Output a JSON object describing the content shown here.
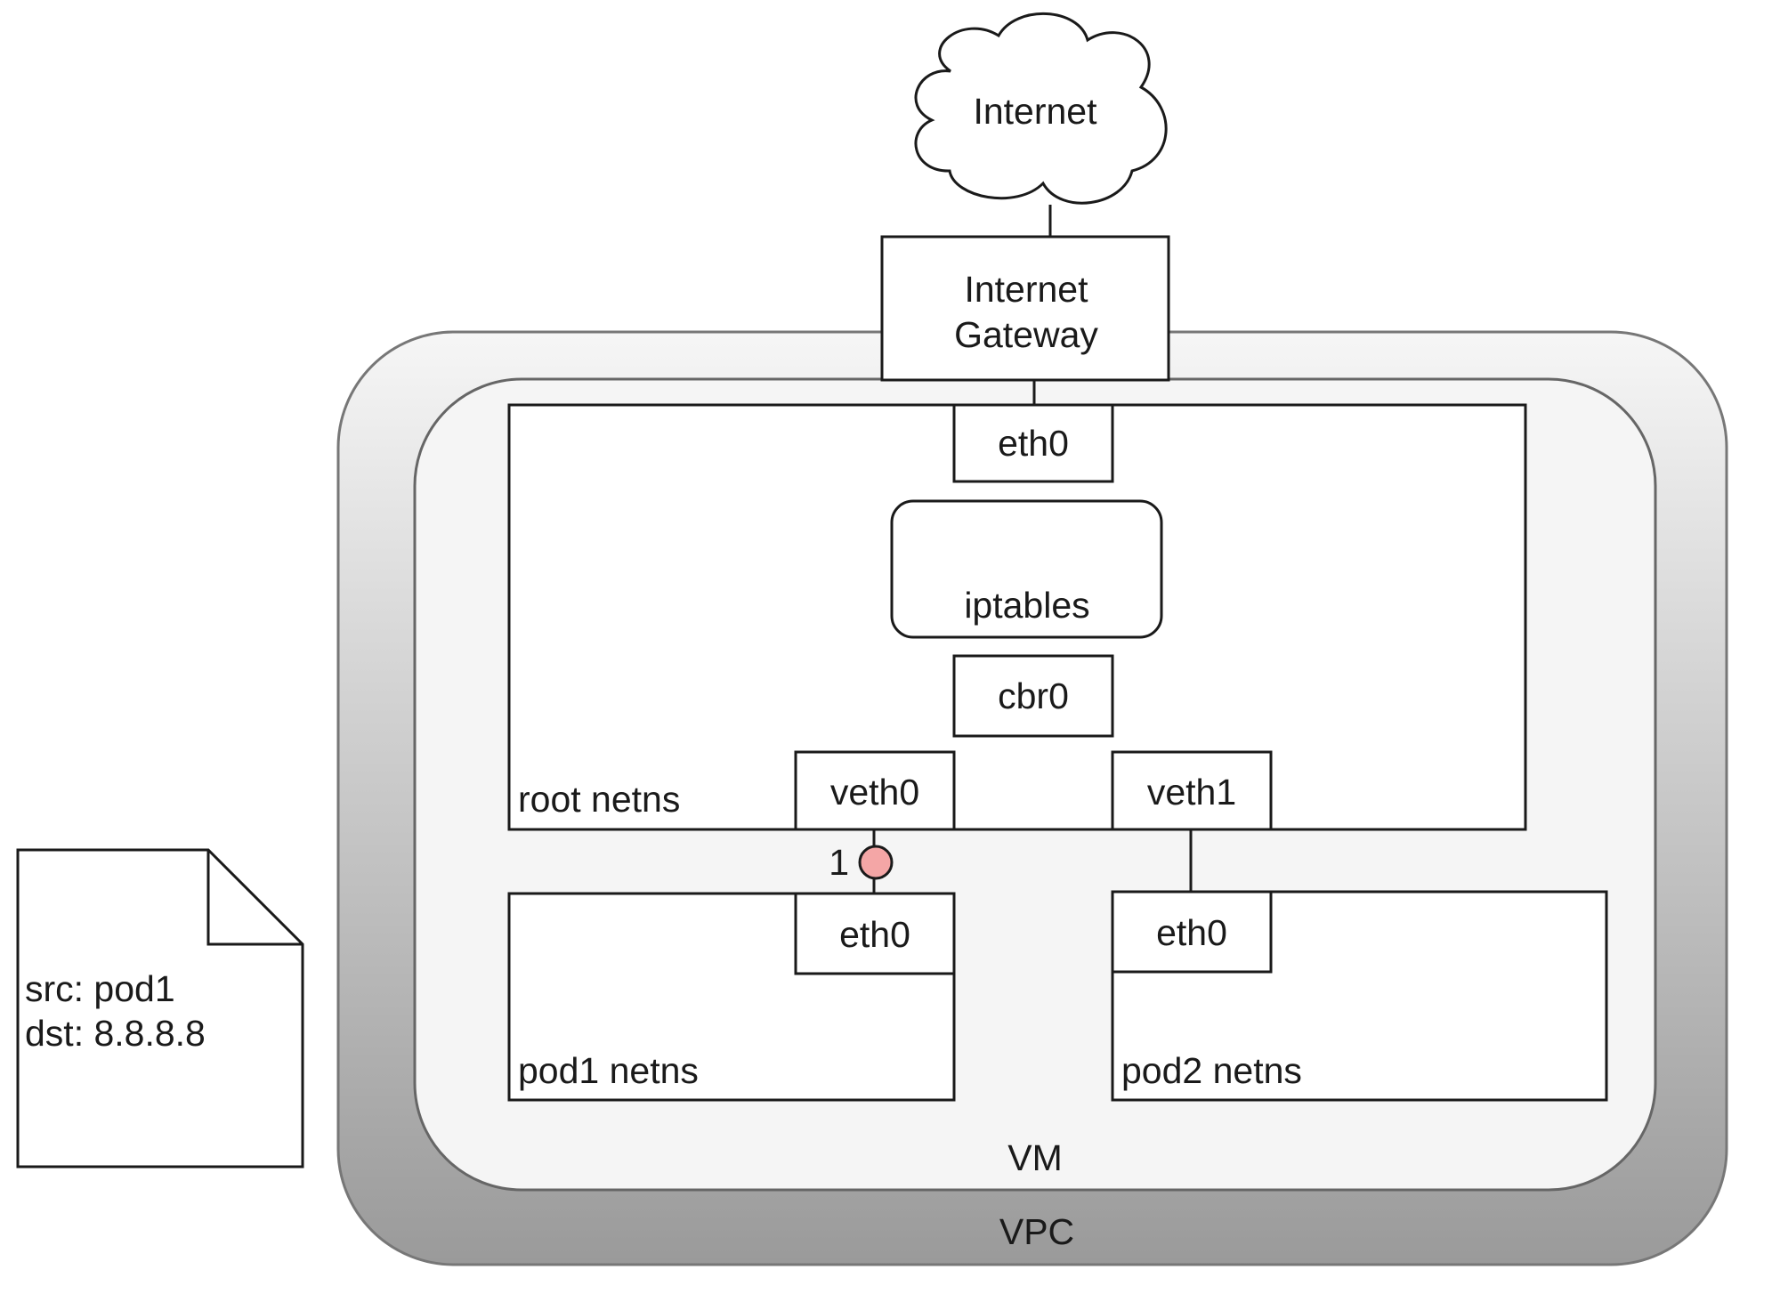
{
  "diagram": {
    "cloud_label": "Internet",
    "gateway_label_line1": "Internet",
    "gateway_label_line2": "Gateway",
    "vpc_label": "VPC",
    "vm_label": "VM",
    "root_netns_label": "root netns",
    "root_eth0_label": "eth0",
    "iptables_label": "iptables",
    "cbr0_label": "cbr0",
    "veth0_label": "veth0",
    "veth1_label": "veth1",
    "pod1_netns_label": "pod1 netns",
    "pod1_eth0_label": "eth0",
    "pod2_netns_label": "pod2 netns",
    "pod2_eth0_label": "eth0",
    "packet_marker_label": "1",
    "packet_marker_color": "#f4a6a6",
    "packet_note_line1": "src: pod1",
    "packet_note_line2": "dst: 8.8.8.8"
  }
}
